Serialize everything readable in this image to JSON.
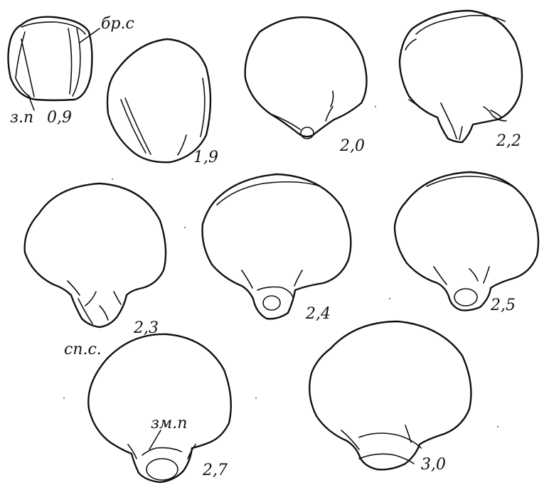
{
  "figure": {
    "stages": [
      {
        "id": "s09",
        "label": "0,9"
      },
      {
        "id": "s19",
        "label": "1,9"
      },
      {
        "id": "s20",
        "label": "2,0"
      },
      {
        "id": "s22",
        "label": "2,2"
      },
      {
        "id": "s23",
        "label": "2,3"
      },
      {
        "id": "s24",
        "label": "2,4"
      },
      {
        "id": "s25",
        "label": "2,5"
      },
      {
        "id": "s27",
        "label": "2,7"
      },
      {
        "id": "s30",
        "label": "3,0"
      }
    ],
    "annotations": {
      "br_s": "бр.с",
      "z_p": "з.п",
      "sp_s": "сп.с.",
      "zm_p": "зм.п"
    }
  },
  "colors": {
    "ink": "#111111",
    "paper": "#ffffff"
  }
}
